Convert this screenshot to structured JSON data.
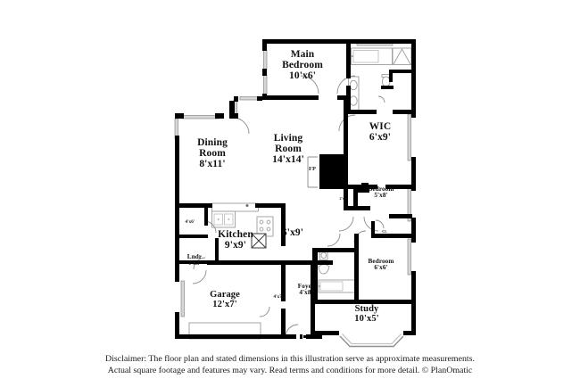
{
  "document": {
    "type": "floor-plan-illustration",
    "brand": "PlanOmatic"
  },
  "rooms": [
    {
      "key": "main_bedroom",
      "name": "Main",
      "name2": "Bedroom",
      "dim": "10'x6'"
    },
    {
      "key": "wic",
      "name": "WIC",
      "name2": "",
      "dim": "6'x9'"
    },
    {
      "key": "living_room",
      "name": "Living",
      "name2": "Room",
      "dim": "14'x14'"
    },
    {
      "key": "dining_room",
      "name": "Dining",
      "name2": "Room",
      "dim": "8'x11'"
    },
    {
      "key": "kitchen",
      "name": "Kitchen",
      "name2": "",
      "dim": "9'x9'"
    },
    {
      "key": "hall",
      "name": "",
      "name2": "",
      "dim": "6'x9'"
    },
    {
      "key": "laundry",
      "name": "Lndr",
      "name2": "",
      "dim": "4'x3'"
    },
    {
      "key": "closet_kitchen",
      "name": "",
      "name2": "",
      "dim": "4'x6'"
    },
    {
      "key": "garage",
      "name": "Garage",
      "name2": "",
      "dim": "12'x7'"
    },
    {
      "key": "foyer",
      "name": "Foyer",
      "name2": "",
      "dim": "4'x8'"
    },
    {
      "key": "closet_foyer",
      "name": "",
      "name2": "",
      "dim": "4'x7'"
    },
    {
      "key": "bedroom_2",
      "name": "Bedroom",
      "name2": "",
      "dim": "5'x8'"
    },
    {
      "key": "bedroom_3",
      "name": "Bedroom",
      "name2": "",
      "dim": "6'x6'"
    },
    {
      "key": "study",
      "name": "Study",
      "name2": "",
      "dim": "10'x5'"
    },
    {
      "key": "closet_bed2",
      "name": "",
      "name2": "",
      "dim": "2'x2'"
    },
    {
      "key": "closet_hall",
      "name": "Cl.",
      "name2": "",
      "dim": "4'x4'"
    }
  ],
  "labels": {
    "fireplace": "FP"
  },
  "disclaimer": {
    "line1": "Disclaimer: The floor plan and stated dimensions in this illustration serve as approximate measurements.",
    "line2": "Actual square footage and features may vary. Read terms and conditions for more detail. © PlanOmatic"
  },
  "colors": {
    "wall": "#000000",
    "background": "#ffffff",
    "fixture_line": "#9a9a9a",
    "window": "#c9c9c9",
    "text": "#111111"
  }
}
